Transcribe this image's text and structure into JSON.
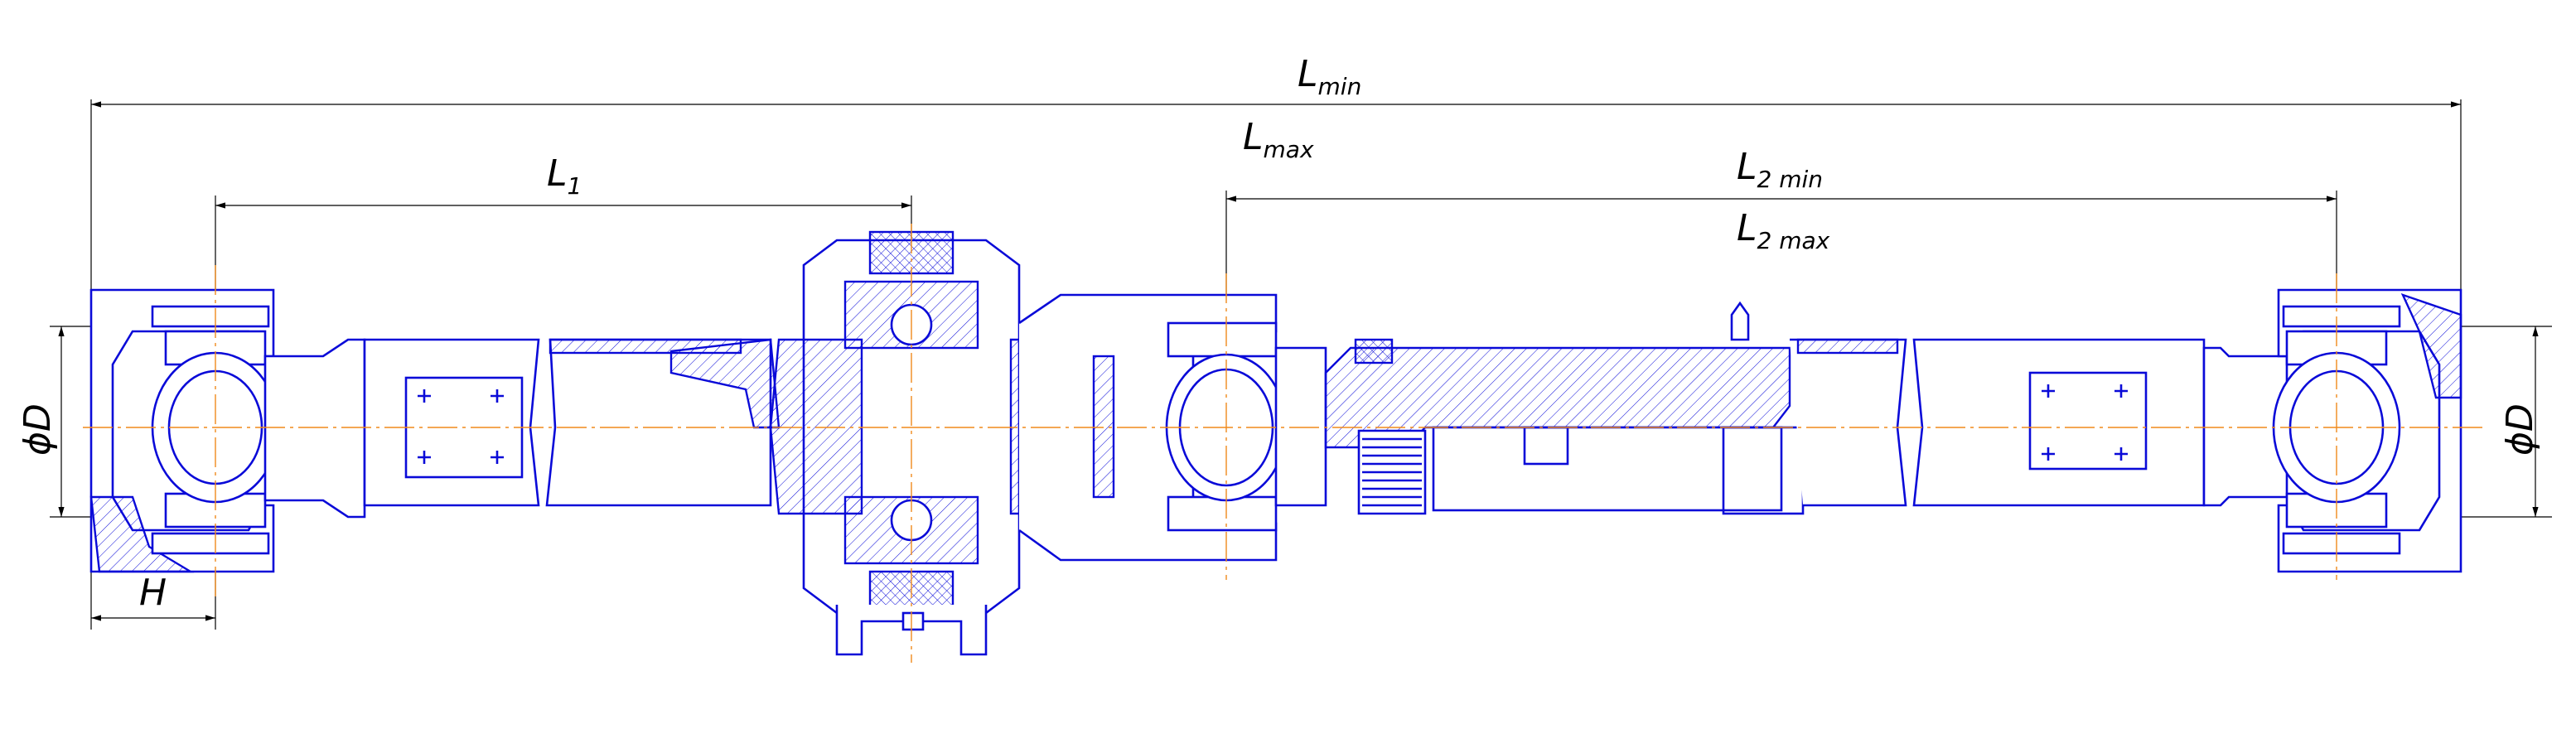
{
  "drawing": {
    "title": "Cardan drive shaft with intermediate support",
    "colors": {
      "outline": "#0a0ad8",
      "centerline": "#f08a1c",
      "dimension": "#000000"
    },
    "dimensions": {
      "l_min": {
        "main": "L",
        "sub": "min"
      },
      "l_max": {
        "main": "L",
        "sub": "max"
      },
      "l_1": {
        "main": "L",
        "sub": "1"
      },
      "l_2_min": {
        "main": "L",
        "sub": "2 min"
      },
      "l_2_max": {
        "main": "L",
        "sub": "2 max"
      },
      "d_left": "ϕD",
      "d_right": "ϕD",
      "h": "H"
    }
  }
}
